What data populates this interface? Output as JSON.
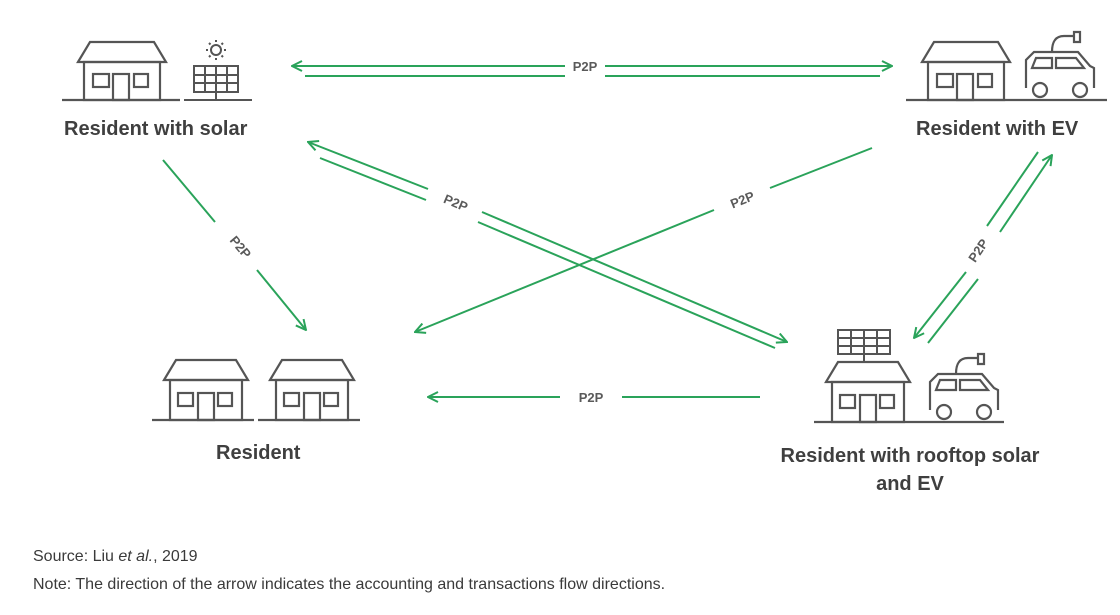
{
  "nodes": {
    "solar": {
      "label": "Resident with solar"
    },
    "ev": {
      "label": "Resident with EV"
    },
    "resident": {
      "label": "Resident"
    },
    "rooftop": {
      "label_line1": "Resident with rooftop solar",
      "label_line2": "and EV"
    }
  },
  "edges": {
    "solar_to_ev": "P2P",
    "solar_rooftop_pair": "P2P",
    "ev_to_resident": "P2P",
    "solar_to_resident": "P2P",
    "rooftop_to_ev": "P2P",
    "rooftop_to_resident": "P2P"
  },
  "footer": {
    "source_prefix": "Source: Liu ",
    "source_italic": "et al.",
    "source_suffix": ", 2019",
    "note": "Note: The direction of the arrow indicates the accounting and transactions flow directions."
  },
  "colors": {
    "arrow": "#2aa35a",
    "icon_stroke": "#555555"
  }
}
